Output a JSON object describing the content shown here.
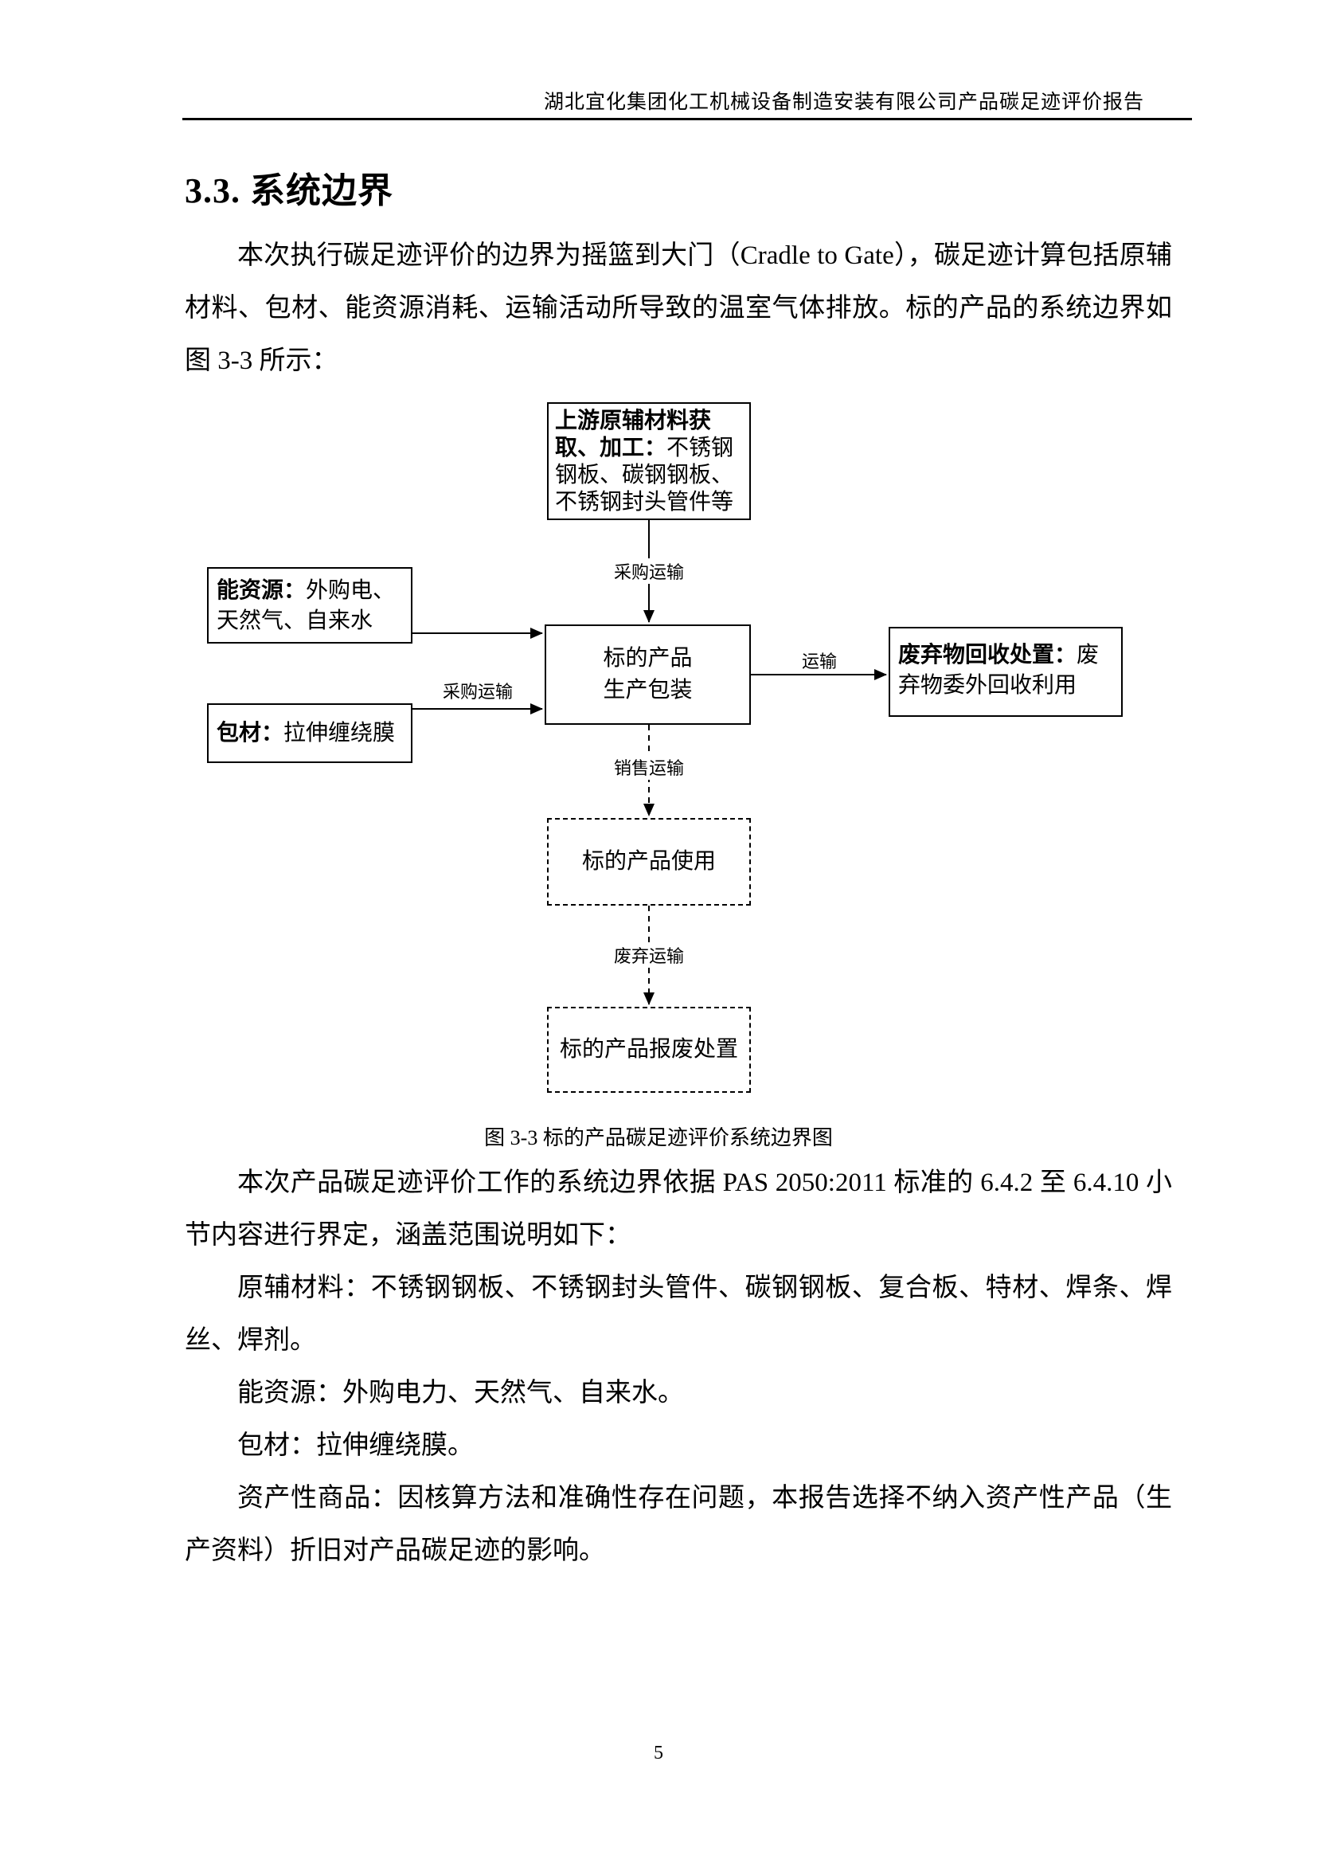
{
  "page": {
    "header": "湖北宜化集团化工机械设备制造安装有限公司产品碳足迹评价报告",
    "section_title": "3.3. 系统边界",
    "intro": "本次执行碳足迹评价的边界为摇篮到大门（Cradle to Gate），碳足迹计算包括原辅材料、包材、能资源消耗、运输活动所导致的温室气体排放。标的产品的系统边界如图 3-3 所示：",
    "page_number": "5"
  },
  "diagram": {
    "caption": "图 3-3 标的产品碳足迹评价系统边界图",
    "boxes": {
      "upstream": {
        "label": "上游原辅材料获取、加工：",
        "text": "不锈钢钢板、碳钢钢板、不锈钢封头管件等"
      },
      "energy": {
        "label": "能资源：",
        "text": "外购电、天然气、自来水"
      },
      "packaging": {
        "label": "包材：",
        "text": "拉伸缠绕膜"
      },
      "product": {
        "line1": "标的产品",
        "line2": "生产包装"
      },
      "waste": {
        "label": "废弃物回收处置：",
        "text": "废弃物委外回收利用"
      },
      "use": {
        "text": "标的产品使用"
      },
      "scrap": {
        "text": "标的产品报废处置"
      }
    },
    "arrows": {
      "procurement_top": "采购运输",
      "procurement_left": "采购运输",
      "transport": "运输",
      "sales": "销售运输",
      "disposal": "废弃运输"
    }
  },
  "body": {
    "p1": "本次产品碳足迹评价工作的系统边界依据 PAS 2050:2011 标准的 6.4.2 至 6.4.10 小节内容进行界定，涵盖范围说明如下：",
    "p2": "原辅材料：不锈钢钢板、不锈钢封头管件、碳钢钢板、复合板、特材、焊条、焊丝、焊剂。",
    "p3": "能资源：外购电力、天然气、自来水。",
    "p4": "包材：拉伸缠绕膜。",
    "p5": "资产性商品：因核算方法和准确性存在问题，本报告选择不纳入资产性产品（生产资料）折旧对产品碳足迹的影响。"
  }
}
